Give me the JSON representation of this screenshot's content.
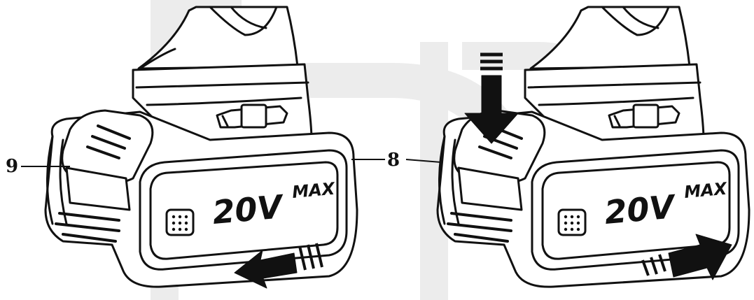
{
  "callouts": {
    "left_label": "9",
    "middle_label": "8"
  },
  "battery_left": {
    "voltage_text": "20V",
    "max_text": "MAX"
  },
  "battery_right": {
    "voltage_text": "20V",
    "max_text": "MAX"
  },
  "colors": {
    "line": "#111111",
    "watermark": "#ececec",
    "fill": "#ffffff"
  },
  "icons": {
    "left_arrow": "arrow-left-icon",
    "press_arrow": "arrow-down-icon",
    "right_arrow": "arrow-right-icon"
  }
}
